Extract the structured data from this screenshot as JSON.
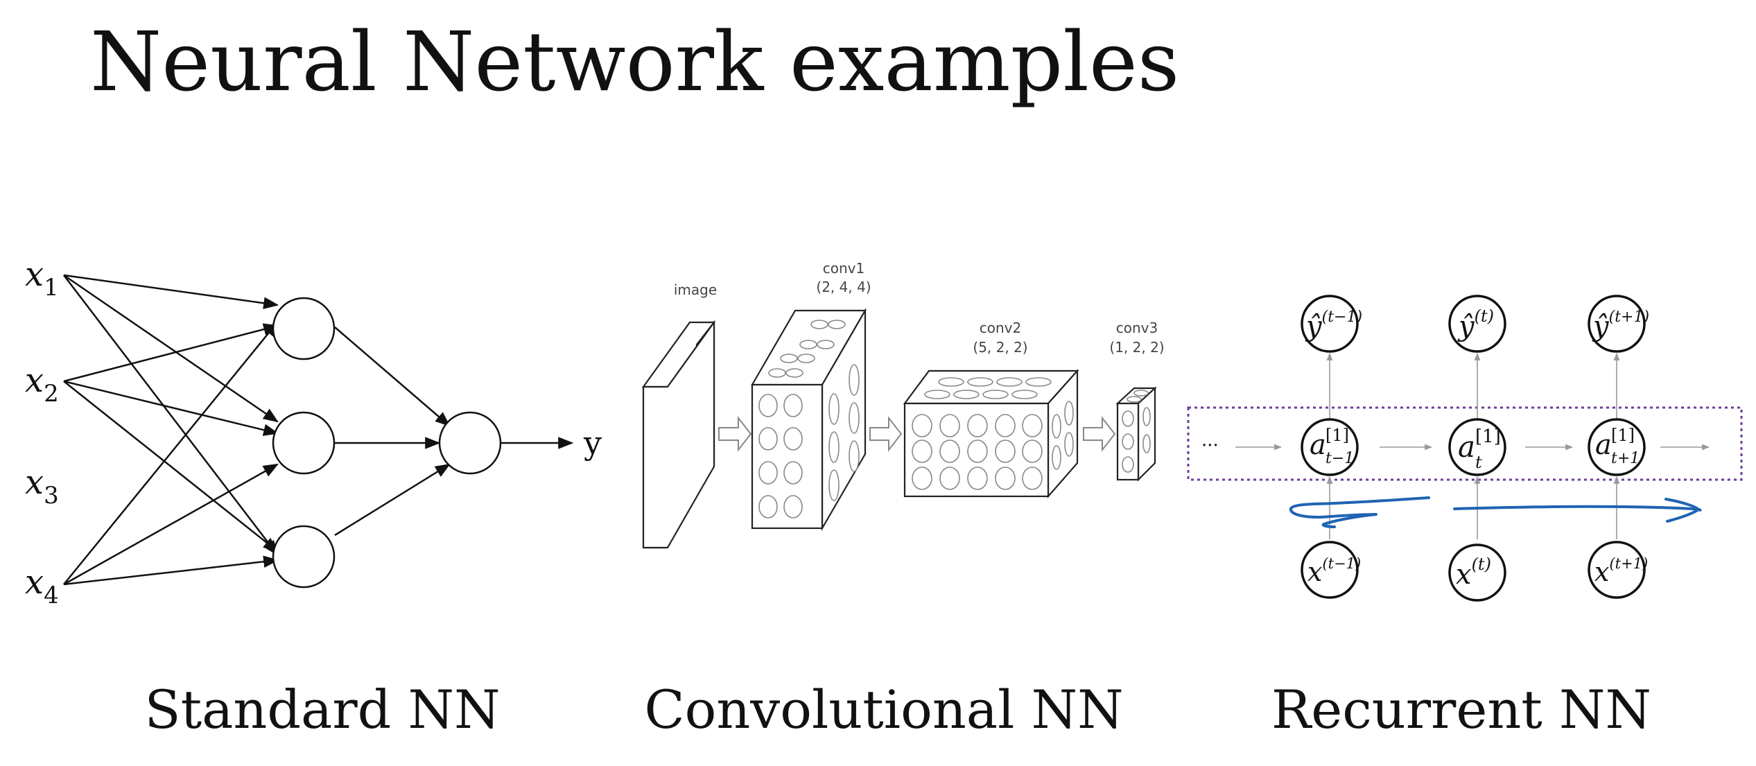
{
  "title": "Neural Network examples",
  "captions": {
    "standard": "Standard NN",
    "convolutional": "Convolutional NN",
    "recurrent": "Recurrent NN"
  },
  "standard_nn": {
    "inputs": [
      {
        "base": "x",
        "sub": "1"
      },
      {
        "base": "x",
        "sub": "2"
      },
      {
        "base": "x",
        "sub": "3"
      },
      {
        "base": "x",
        "sub": "4"
      }
    ],
    "output": "y"
  },
  "conv_nn": {
    "image": "image",
    "conv1": {
      "name": "conv1",
      "dims": "(2, 4, 4)"
    },
    "conv2": {
      "name": "conv2",
      "dims": "(5, 2, 2)"
    },
    "conv3": {
      "name": "conv3",
      "dims": "(1, 2, 2)"
    }
  },
  "recurrent_nn": {
    "ellipsis": "···",
    "outputs": [
      {
        "base": "ŷ",
        "sup": "(t−1)"
      },
      {
        "base": "ŷ",
        "sup": "(t)"
      },
      {
        "base": "ŷ",
        "sup": "(t+1)"
      }
    ],
    "hidden": [
      {
        "base": "a",
        "sup": "[1]",
        "sub": "t−1"
      },
      {
        "base": "a",
        "sup": "[1]",
        "sub": "t"
      },
      {
        "base": "a",
        "sup": "[1]",
        "sub": "t+1"
      }
    ],
    "inputs": [
      {
        "base": "x",
        "sup": "(t−1)"
      },
      {
        "base": "x",
        "sup": "(t)"
      },
      {
        "base": "x",
        "sup": "(t+1)"
      }
    ]
  },
  "colors": {
    "ink": "#111111",
    "dotted_box": "#6a3d9a",
    "annotation": "#1f64b4"
  }
}
